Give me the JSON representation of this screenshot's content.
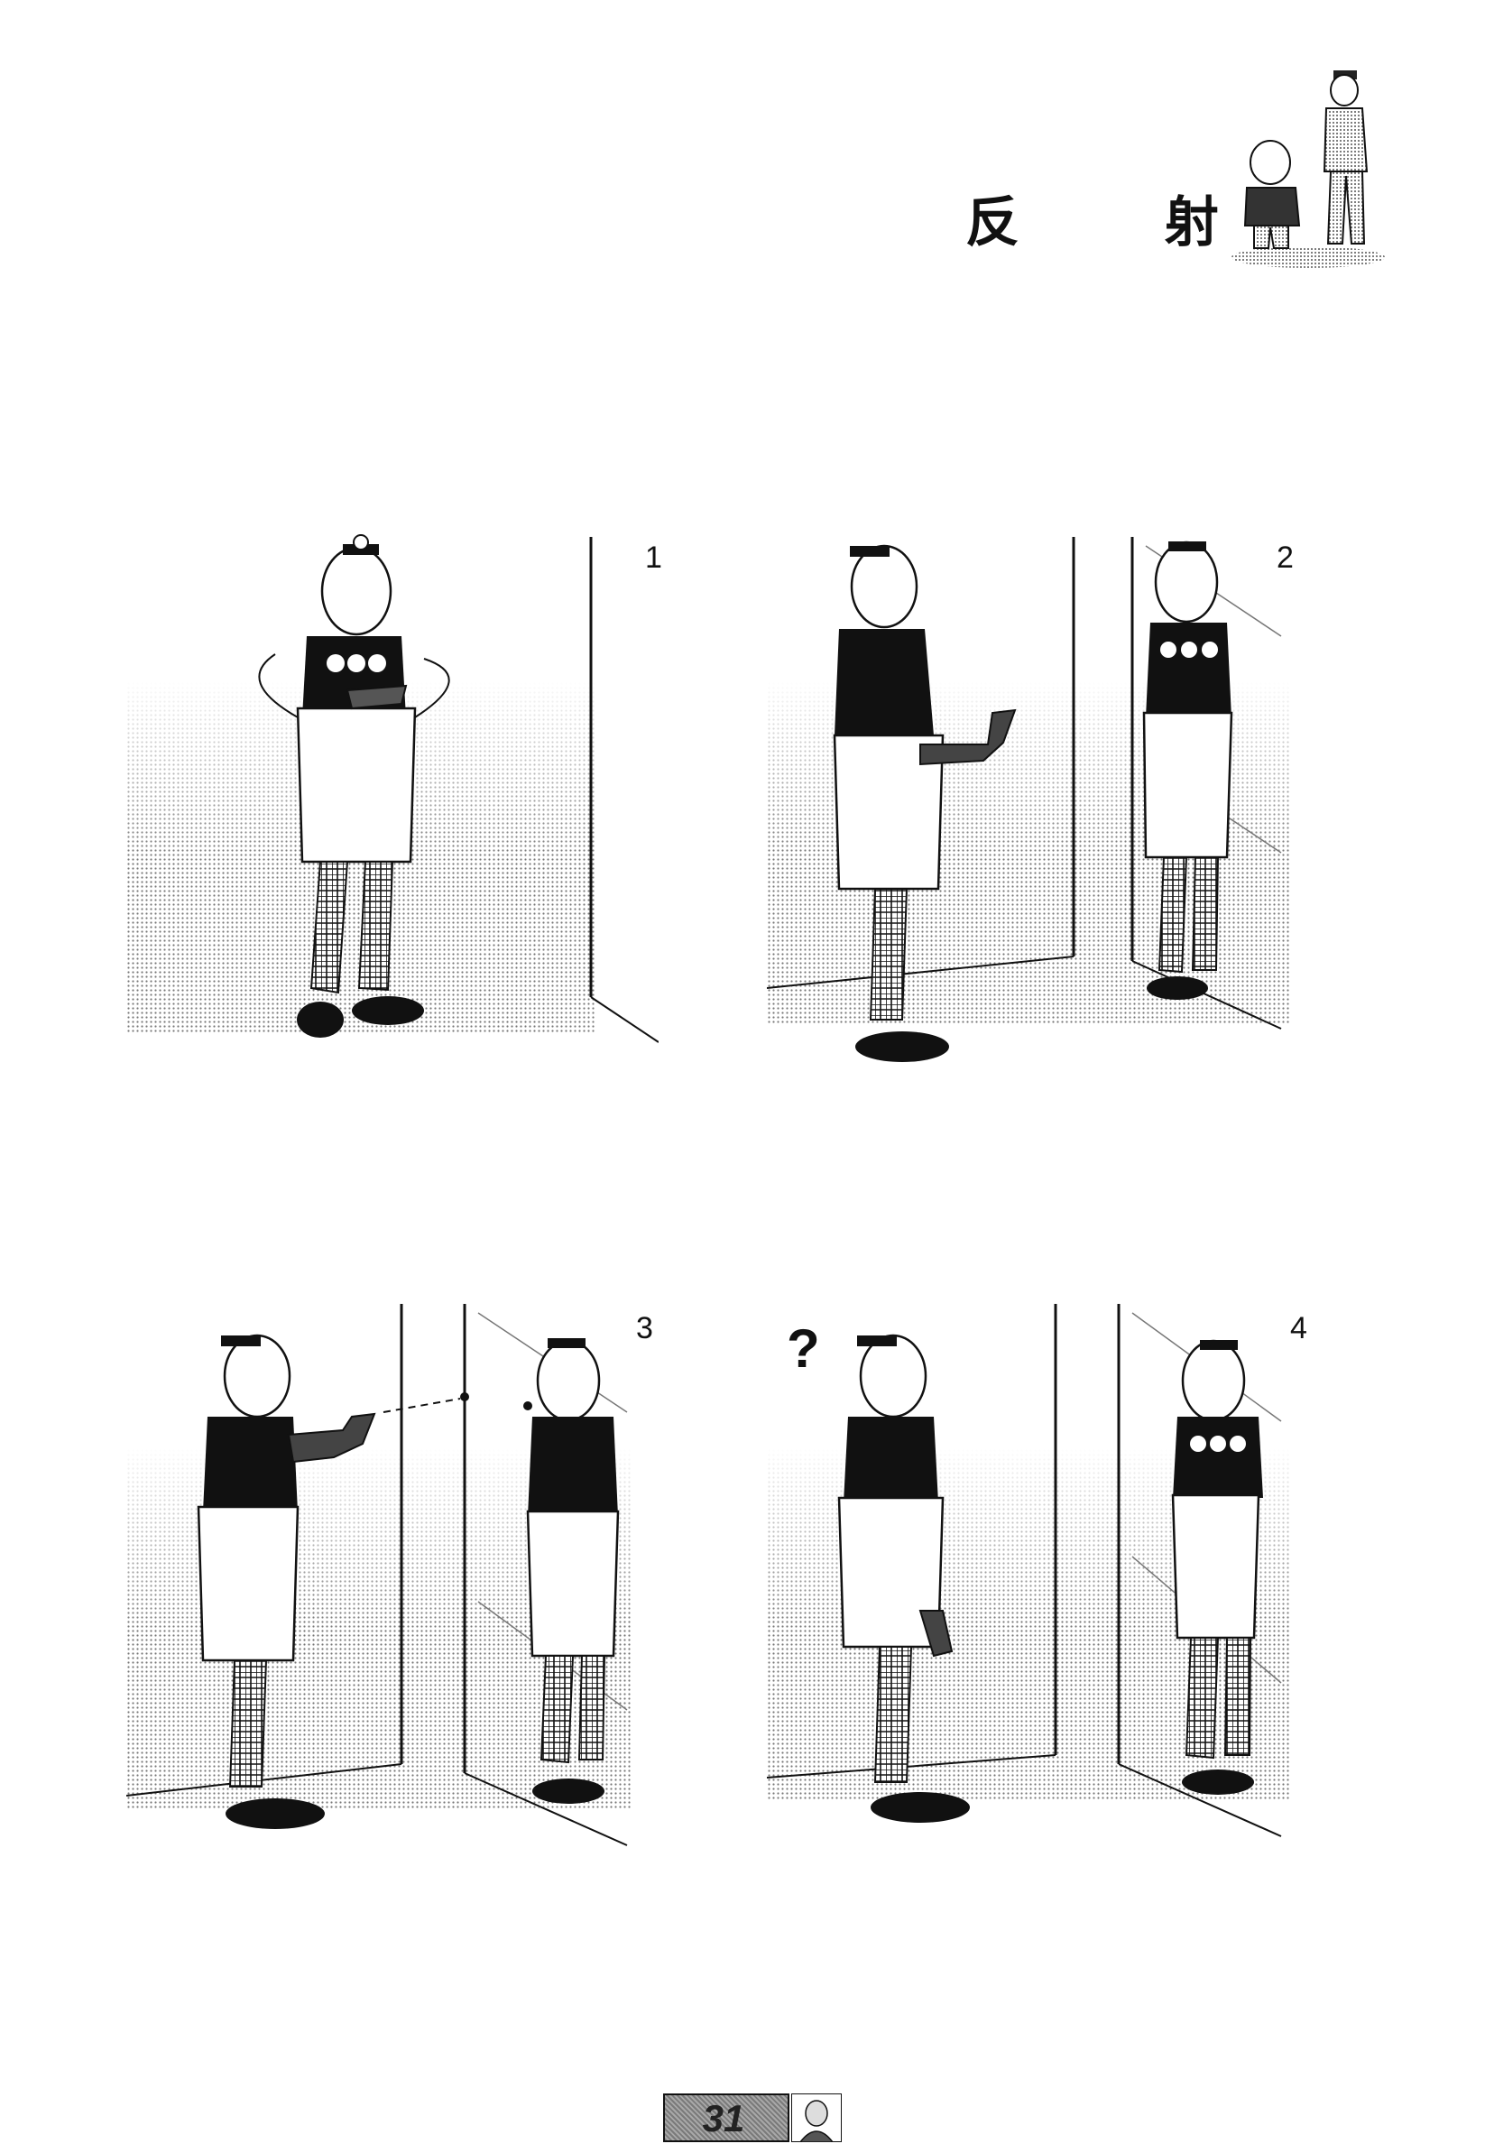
{
  "page": {
    "title": "反 射",
    "page_number": "31"
  },
  "panels": [
    {
      "number": "1"
    },
    {
      "number": "2"
    },
    {
      "number": "3"
    },
    {
      "number": "4"
    }
  ],
  "icons": {
    "mascot": "mascot-figures-icon",
    "question_mark": "question-mark-icon",
    "footer_face": "author-face-icon"
  }
}
